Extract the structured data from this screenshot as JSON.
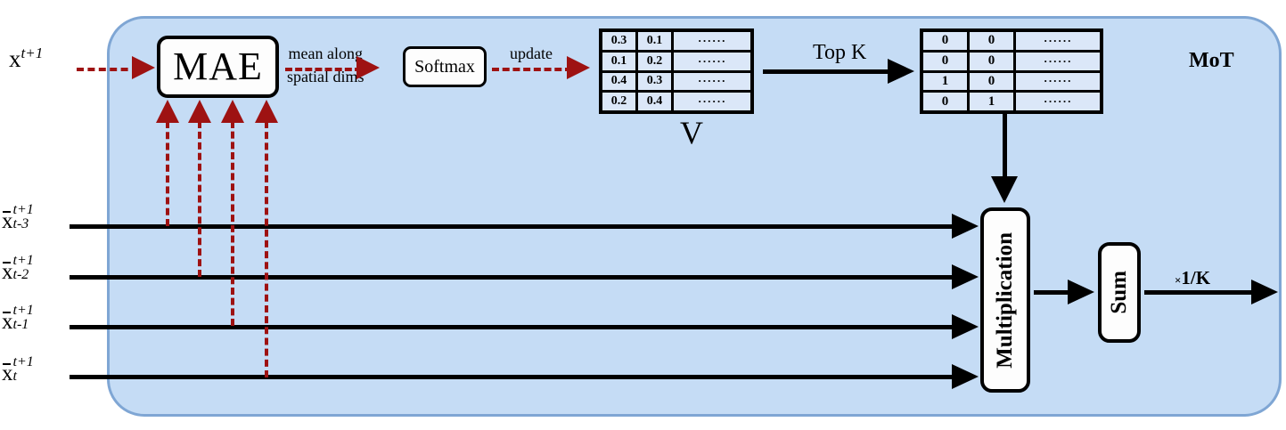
{
  "diagram": {
    "title": "MoT",
    "input_label": "x",
    "input_sup": "t+1",
    "blocks": {
      "mae": "MAE",
      "softmax": "Softmax",
      "multiplication": "Multiplication",
      "sum": "Sum"
    },
    "edge_labels": {
      "mean_line1": "mean along",
      "mean_line2": "spatial dims",
      "update": "update",
      "topk": "Top K",
      "scale_times": "×",
      "scale_value": "1/K"
    },
    "table_v": {
      "caption": "V",
      "ellipsis": "······",
      "rows": [
        [
          "0.3",
          "0.1"
        ],
        [
          "0.1",
          "0.2"
        ],
        [
          "0.4",
          "0.3"
        ],
        [
          "0.2",
          "0.4"
        ]
      ]
    },
    "table_mask": {
      "ellipsis": "······",
      "rows": [
        [
          "0",
          "0"
        ],
        [
          "0",
          "0"
        ],
        [
          "1",
          "0"
        ],
        [
          "0",
          "1"
        ]
      ]
    },
    "sequence_labels": [
      {
        "base": "x",
        "sup": "t+1",
        "sub": "t-3"
      },
      {
        "base": "x",
        "sup": "t+1",
        "sub": "t-2"
      },
      {
        "base": "x",
        "sup": "t+1",
        "sub": "t-1"
      },
      {
        "base": "x",
        "sup": "t+1",
        "sub": "t"
      }
    ],
    "colors": {
      "panel_fill": "#c5dcf5",
      "panel_border": "#7fa6d4",
      "dashed_arrow": "#9e1212",
      "solid_arrow": "#000000",
      "table_fill": "#dbe7f8"
    }
  }
}
